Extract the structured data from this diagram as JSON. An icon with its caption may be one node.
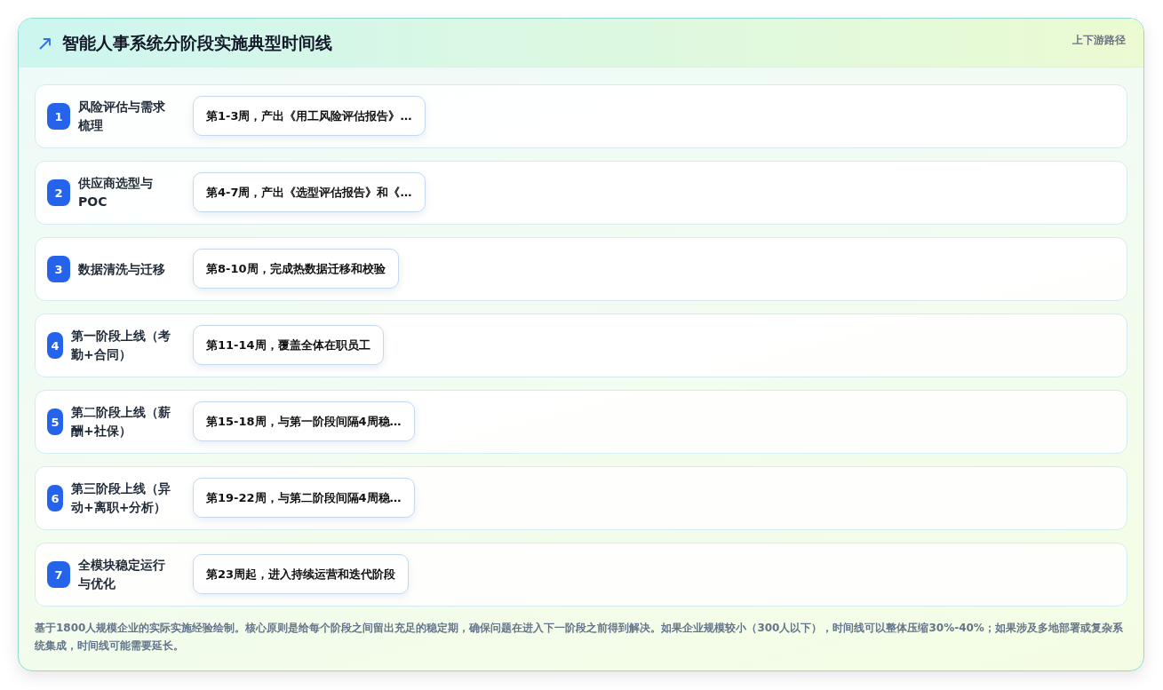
{
  "diagram": {
    "title": "智能人事系统分阶段实施典型时间线",
    "nodes": [
      {
        "text": [
          "风险评估与需求梳理"
        ]
      },
      {
        "text": [
          "1"
        ],
        "in": 0
      },
      {
        "text": [
          "第1-3周，产出《用工风险评估报告》…"
        ],
        "in": 0
      },
      {
        "text": [
          "供应商选型与POC"
        ]
      },
      {
        "text": [
          "2"
        ],
        "in": 3
      },
      {
        "text": [
          "第4-7周，产出《选型评估报告》和《…"
        ],
        "in": 3
      },
      {
        "text": [
          "数据清洗与迁移"
        ]
      },
      {
        "text": [
          "3"
        ],
        "in": 6
      },
      {
        "text": [
          "第8-10周，完成热数据迁移和校验"
        ],
        "in": 6
      },
      {
        "text": [
          "第一阶段上线（考勤+合同）"
        ]
      },
      {
        "text": [
          "4"
        ],
        "in": 9
      },
      {
        "text": [
          "第11-14周，覆盖全体在职员工"
        ],
        "in": 9
      },
      {
        "text": [
          "第二阶段上线（薪酬+社保）"
        ]
      },
      {
        "text": [
          "5"
        ],
        "in": 12
      },
      {
        "text": [
          "第15-18周，与第一阶段间隔4周稳…"
        ],
        "in": 12
      },
      {
        "text": [
          "第三阶段上线（异动+离职+分析）"
        ]
      },
      {
        "text": [
          "6"
        ],
        "in": 15
      },
      {
        "text": [
          "第19-22周，与第二阶段间隔4周稳…"
        ],
        "in": 15
      },
      {
        "text": [
          "全模块稳定运行与优化"
        ]
      },
      {
        "text": [
          "7"
        ],
        "in": 18
      },
      {
        "text": [
          "第23周起，进入持续运营和迭代阶段"
        ],
        "in": 18
      }
    ],
    "labels": [
      "上下游路径"
    ],
    "caption": "基于1800人规模企业的实际实施经验绘制。核心原则是给每个阶段之间留出充足的稳定期，确保问题在进入下一阶段之前得到解决。如果企业规模较小（300人以下），时间线可以整体压缩30%-40%；如果涉及多地部署或复杂系统集成，时间线可能需要延长。"
  }
}
